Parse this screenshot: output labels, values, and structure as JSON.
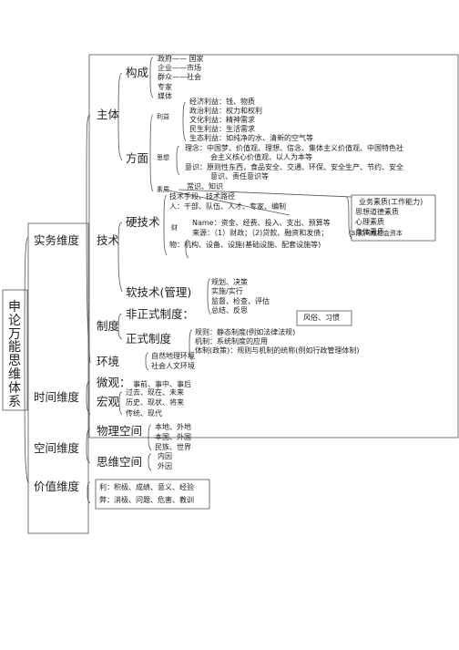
{
  "root": "申论万能思维体系",
  "dim1": {
    "title": "实务维度",
    "zhuti": "主体",
    "goucheng": "构成",
    "goucheng_items": [
      "政府—— 国家",
      "企业——市场",
      "群众——社会",
      "专家",
      "媒体"
    ],
    "fangmian": "方面",
    "liyi": "利益",
    "liyi_items": [
      "经济利益：钱、物质",
      "政治利益：权力和权利",
      "文化利益：精神需求",
      "民生利益：生活需求",
      "生态利益：如纯净的水、清新的空气等"
    ],
    "sixiang": "思想",
    "sixiang_1a": "理念：中国梦、价值观、理想、信念、集体主义价值观、中国特色社",
    "sixiang_1b": "会主义核心价值观、以人为本等",
    "sixiang_2a": "意识：原则性东西，食品安全、交通、环保、安全生产、节约、安全",
    "sixiang_2b": "意识、责任意识等",
    "suzhi": "素质",
    "suzhi_1": "常识、知识",
    "suzhi_items": [
      "业务素质(工作能力)",
      "思想道德素质",
      "心理素质",
      "身体素质"
    ],
    "jishu": "技术",
    "ying": "硬技术",
    "ying_1": "技术手段、技术路径",
    "ying_2": "人：干部、队伍、人才、专家、编制",
    "cai": "财",
    "cai_1": "Name：资金、经费、投入、支出、预算等",
    "cai_2": "来源：（1）财政；（2)贷款、融资和发债；",
    "cai_3": "(3)民间或社会资本",
    "wu": "物：机构、设备、设施(基础设施、配套设施等)",
    "ruan": "软技术(管理)",
    "ruan_items": [
      "规划、决策",
      "实施/实行",
      "监督、检查、评估",
      "总结、反思"
    ],
    "zhidu": "制度",
    "feizheng": "非正式制度：",
    "fengsu": "风俗、习惯",
    "zheng": "正式制度",
    "zheng_items": [
      "规则：静态制度(例如法律法规)",
      "机制：系统制度的应用",
      "体制(政策)：规则与机制的统称(例如行政管理体制)"
    ],
    "huanjing": "环境",
    "huanjing_items": [
      "自然地理环境",
      "社会人文环境"
    ]
  },
  "dim2": {
    "title": "时间维度",
    "weiguan": "微观：",
    "weiguan_text": "事前、事中、事后",
    "hongguan": "宏观",
    "hongguan_items": [
      "过去、现在、未来",
      "历史、现状、将来",
      "传统、现代"
    ]
  },
  "dim3": {
    "title": "空间维度",
    "wuli": "物理空间",
    "wuli_items": [
      "本地、外地",
      "本国、外国",
      "民族、世界"
    ],
    "siwei": "思维空间",
    "siwei_items": [
      "内因",
      "外因"
    ]
  },
  "dim4": {
    "title": "价值维度",
    "li": "利：积极、成绩、意义、经验",
    "bi": "弊：消极、问题、危害、教训"
  }
}
